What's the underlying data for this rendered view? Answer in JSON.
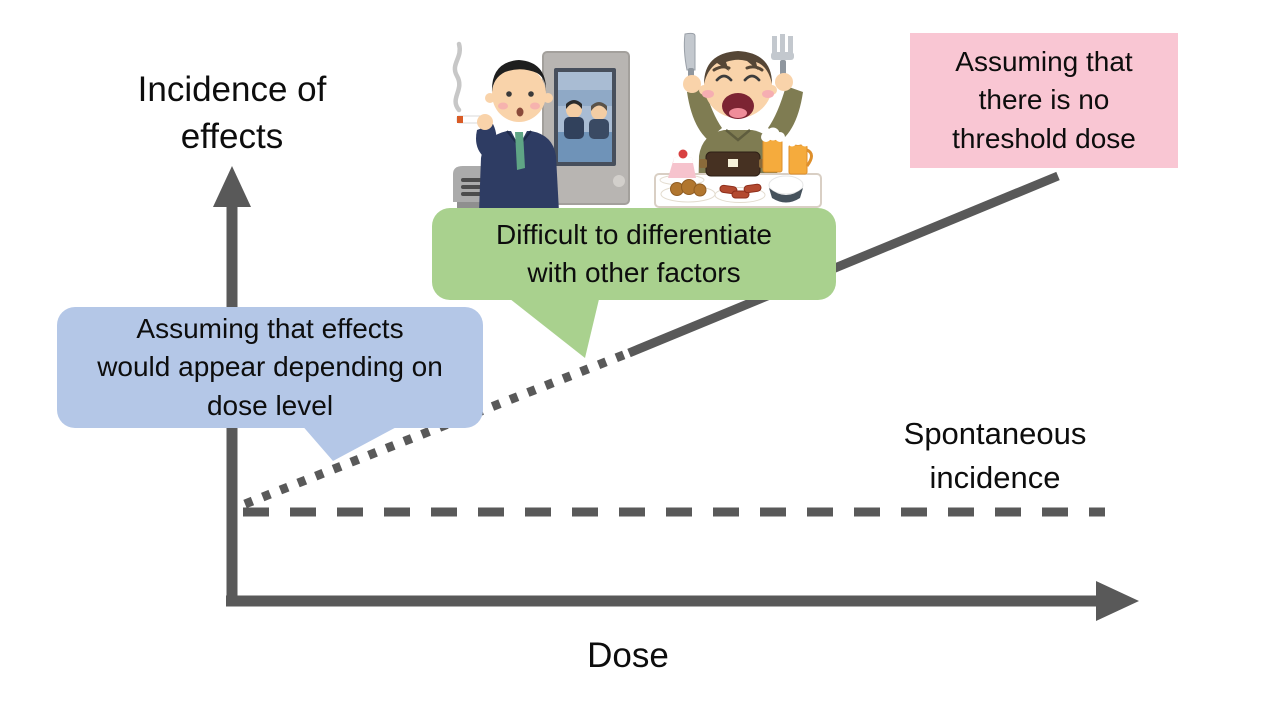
{
  "title": {
    "line1": "Incidence of",
    "line2": "effects"
  },
  "x_axis_label": "Dose",
  "annotations": {
    "spontaneous": {
      "line1": "Spontaneous",
      "line2": "incidence"
    },
    "blue_callout": {
      "lines": [
        "Assuming that effects",
        "would appear depending on",
        "dose level"
      ]
    },
    "green_callout": {
      "lines": [
        "Difficult to differentiate",
        "with other factors"
      ]
    },
    "pink_callout": {
      "lines": [
        "Assuming that",
        "there is no",
        "threshold dose"
      ]
    }
  },
  "illustrations": {
    "smoking": "Man smoking in a smoking room",
    "overeating": "Man overeating a large meal with beer"
  },
  "colors": {
    "axis": "#595959",
    "blue_callout": "#B4C7E7",
    "green_callout": "#A9D18E",
    "pink_callout": "#F9C6D3"
  }
}
